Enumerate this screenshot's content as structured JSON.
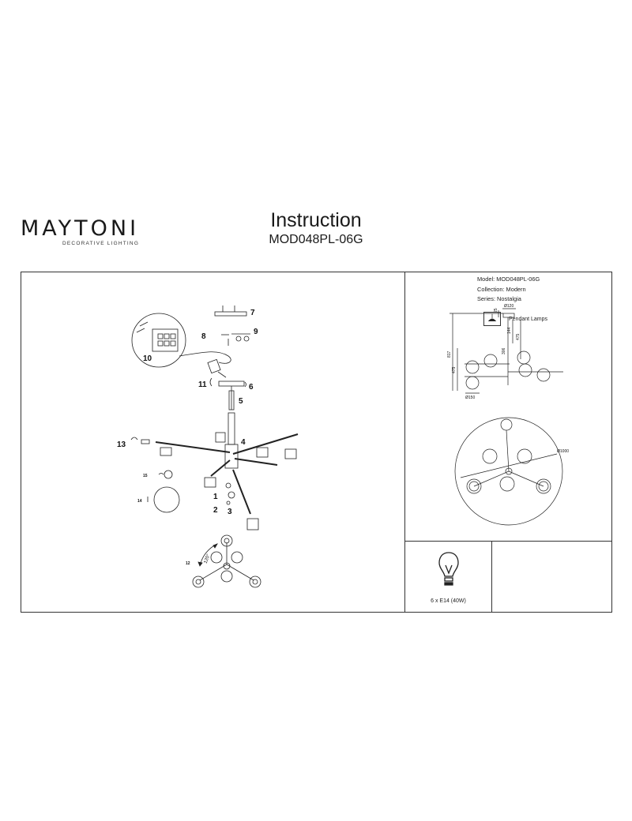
{
  "brand": {
    "name": "MAYTONI",
    "tagline": "DECORATIVE LIGHTING"
  },
  "header": {
    "title": "Instruction",
    "model": "MOD048PL-06G"
  },
  "steps": [
    "1",
    "2",
    "3",
    "4",
    "5",
    "6",
    "7",
    "8",
    "9",
    "10",
    "11",
    "12",
    "13",
    "14",
    "15"
  ],
  "angle_label": "120°",
  "dimensions": {
    "canopy_diameter": "Ø120",
    "canopy_height": "25",
    "rod_length": "144",
    "arm_drop": "306",
    "arm_height": "475",
    "total_height": "817",
    "lower_height": "475",
    "shade_diameter": "Ø150",
    "overall_diameter": "Ø1000"
  },
  "bulb": {
    "spec": "6 x E14 (40W)"
  },
  "info": {
    "model": "Model: MOD048PL-06G",
    "collection": "Collection: Modern",
    "series": "Series: Nostalgia",
    "type": "Pendant Lamps"
  }
}
